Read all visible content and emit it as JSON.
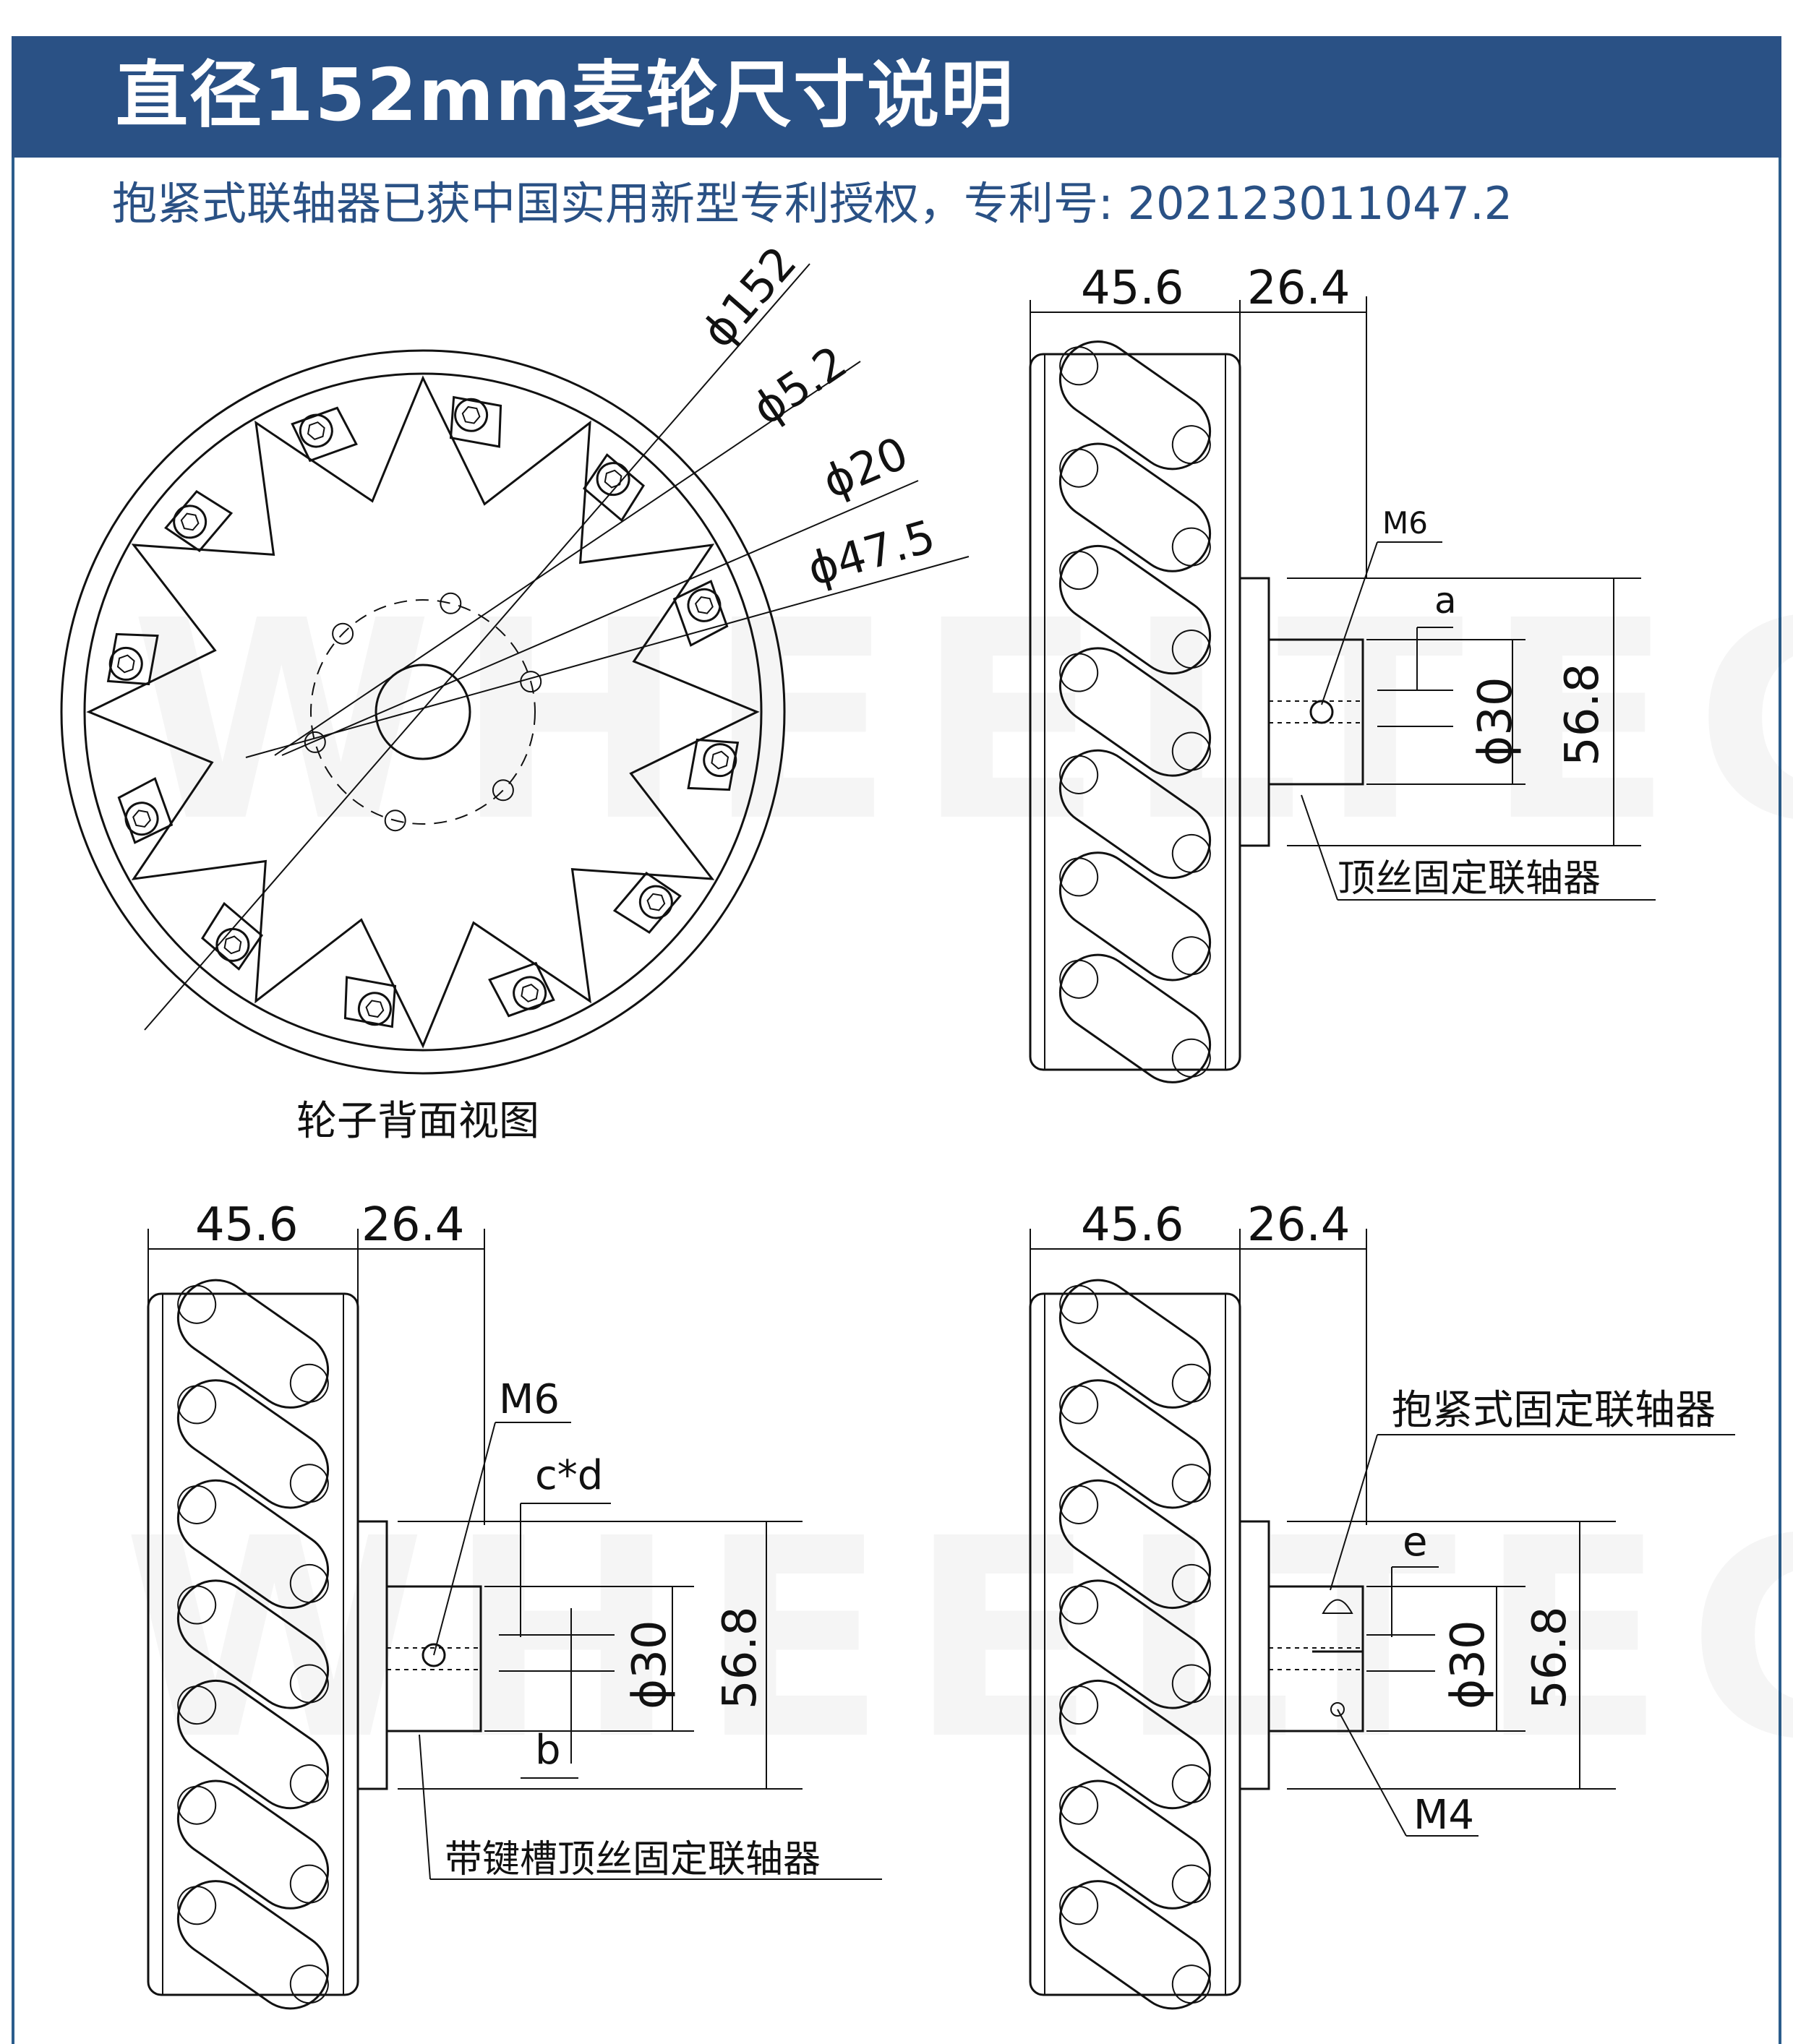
{
  "header": {
    "title": "直径152mm麦轮尺寸说明",
    "subtitle": "抱紧式联轴器已获中国实用新型专利授权，专利号: 202123011047.2",
    "bg_color": "#2a5185",
    "subtitle_color": "#2a5185"
  },
  "watermark": "WHEELTEC",
  "back_view": {
    "caption": "轮子背面视图",
    "dims": [
      "ϕ152",
      "ϕ5.2",
      "ϕ20",
      "ϕ47.5"
    ],
    "roller_count": 12
  },
  "top_right_view": {
    "width_1": "45.6",
    "width_2": "26.4",
    "thread": "M6",
    "key": "a",
    "shaft": "ϕ30",
    "hub": "56.8",
    "coupling_label": "顶丝固定联轴器"
  },
  "bottom_left_view": {
    "width_1": "45.6",
    "width_2": "26.4",
    "thread": "M6",
    "keyway": "c*d",
    "key": "b",
    "shaft": "ϕ30",
    "hub": "56.8",
    "coupling_label": "带键槽顶丝固定联轴器"
  },
  "bottom_right_view": {
    "width_1": "45.6",
    "width_2": "26.4",
    "coupling_label": "抱紧式固定联轴器",
    "key": "e",
    "shaft": "ϕ30",
    "hub": "56.8",
    "thread": "M4"
  }
}
